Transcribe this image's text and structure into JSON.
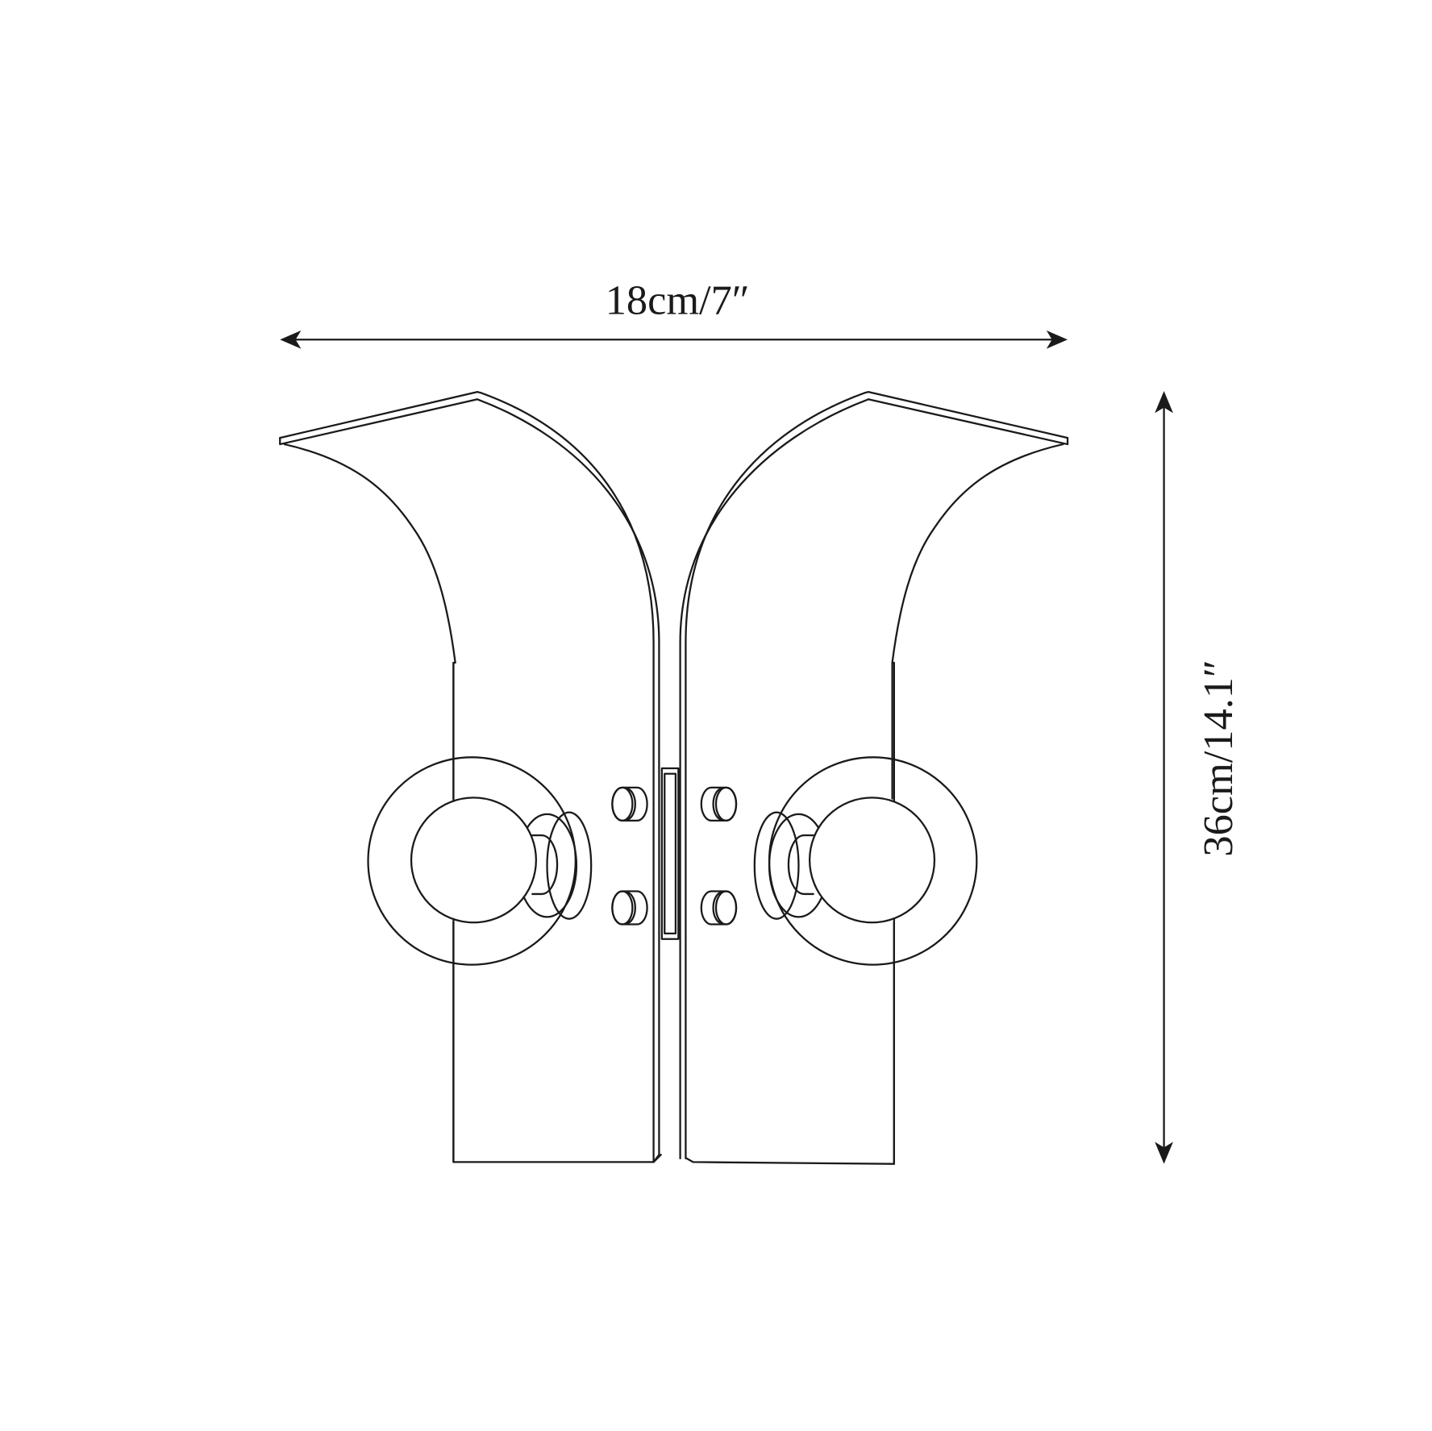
{
  "figure": {
    "type": "product dimension line drawing",
    "subject": "twin-shade wall sconce with two globe bulbs",
    "line_color": "#1a1a1a",
    "background": "#ffffff"
  },
  "dimensions": {
    "width": {
      "label": "18cm/7″",
      "orientation": "horizontal"
    },
    "height": {
      "label": "36cm/14.1″",
      "orientation": "vertical"
    }
  },
  "components": {
    "shades": [
      "left-shade",
      "right-shade"
    ],
    "bulbs": [
      "left-globe-bulb",
      "right-globe-bulb"
    ],
    "mounting_bolts": 4,
    "center_bracket": "hinge-plate"
  }
}
